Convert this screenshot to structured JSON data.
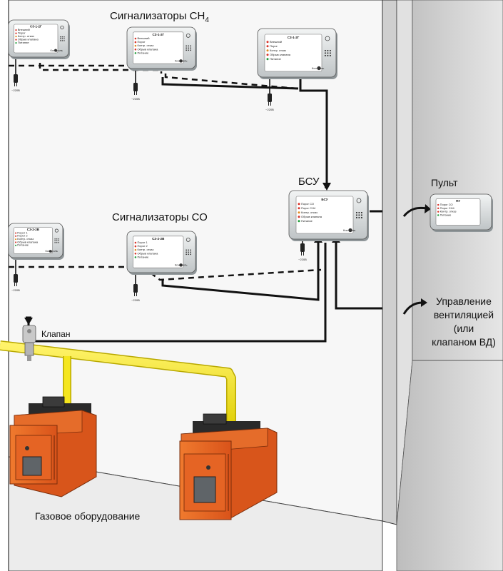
{
  "labels": {
    "ch4_group": "Сигнализаторы CH",
    "ch4_sub": "4",
    "co_group": "Сигнализаторы СО",
    "bsu": "БСУ",
    "pult": "Пульт",
    "klapan": "Клапан",
    "equipment": "Газовое оборудование",
    "ventilation": [
      "Управление",
      "вентиляцией",
      "(или",
      "клапаном ВД)"
    ]
  },
  "power": {
    "voltage": "~220В"
  },
  "devices": {
    "ch4_1": {
      "model": "СЗ-1-2Г",
      "indicators": [
        "Внешний",
        "Порог",
        "Контр. отказ",
        "Обрыв клапана",
        "Питание"
      ],
      "control": "Контроль"
    },
    "ch4_2": {
      "model": "СЗ-1-2Г",
      "indicators": [
        "Внешний",
        "Порог",
        "Контр. отказ",
        "Обрыв клапана",
        "Питание"
      ],
      "control": "Контроль"
    },
    "ch4_3": {
      "model": "СЗ-1-2Г",
      "indicators": [
        "Внешний",
        "Порог",
        "Контр. отказ",
        "Обрыв клапана",
        "Питание"
      ],
      "control": "Контроль"
    },
    "co_1": {
      "model": "СЗ-2-2В",
      "indicators": [
        "Порог 1",
        "Порог 2",
        "Контр. отказ",
        "Обрыв клапана",
        "Питание"
      ],
      "control": "Контроль"
    },
    "co_2": {
      "model": "СЗ-2-2В",
      "indicators": [
        "Порог 1",
        "Порог 2",
        "Контр. отказ",
        "Обрыв клапана",
        "Питание"
      ],
      "control": "Контроль"
    },
    "bsu": {
      "model": "БСУ",
      "indicators": [
        "Порог СО",
        "Порог СН4",
        "Контр. отказ",
        "Обрыв клапана",
        "Питание"
      ],
      "control": "Контроль"
    },
    "pult": {
      "model": "ПУ",
      "indicators": [
        "Порог СО",
        "Порог СН4",
        "Контр. отказ",
        "Питание"
      ]
    }
  },
  "colors": {
    "gas_pipe": "#f5e61e",
    "boiler": "#e8621e",
    "wall": "#d7d7d7",
    "floor": "#ececec",
    "wire": "#111111"
  }
}
